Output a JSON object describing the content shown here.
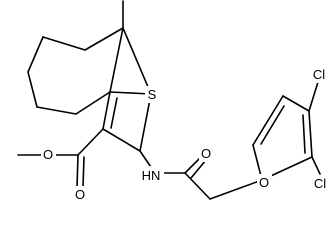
{
  "structure": {
    "atoms": {
      "sulfur": "S",
      "amide_nitrogen": "HN",
      "amide_oxygen": "O",
      "ether_oxygen": "O",
      "ester_carbonyl_oxygen": "O",
      "ester_oxygen": "O",
      "chlorine_top": "Cl",
      "chlorine_bottom": "Cl"
    }
  }
}
